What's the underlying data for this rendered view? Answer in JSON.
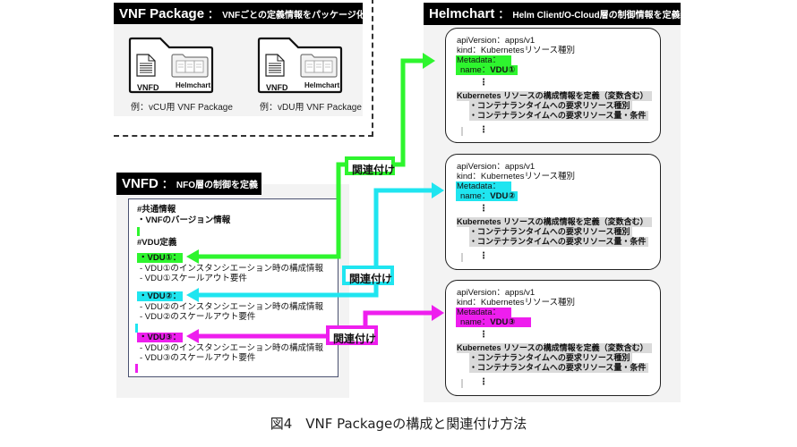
{
  "colors": {
    "vdu1": "#2ef52e",
    "vdu2": "#1fe5f0",
    "vdu3": "#ee1eee",
    "title_bg": "#000000",
    "panel_bg": "#f3f3f3",
    "highlight_grey": "#dadada"
  },
  "vnf_package": {
    "title": "VNF Package",
    "separator": "：",
    "subtitle": "VNFごとの定義情報をパッケージ化",
    "packages": [
      {
        "file_label": "VNFD",
        "chart_label": "Helmchart",
        "caption": "例：vCU用 VNF Package",
        "file_icon": "document-icon",
        "chart_icon": "helmchart-docs-icon"
      },
      {
        "file_label": "VNFD",
        "chart_label": "Helmchart",
        "caption": "例：vDU用 VNF Package",
        "file_icon": "document-icon",
        "chart_icon": "helmchart-docs-icon"
      }
    ]
  },
  "helmchart": {
    "title": "Helmchart",
    "separator": "：",
    "subtitle": "Helm Client/O-Cloud層の制御情報を定義",
    "cards": [
      {
        "api_version": "apiVersion：apps/v1",
        "kind": "kind：Kubernetesリソース種別",
        "metadata": "Metadata：",
        "name_key": "name：",
        "name_value": "VDU①",
        "ellipsis": "⋮",
        "resource_heading": "Kubernetes リソースの構成情報を定義（変数含む）",
        "resource_items": [
          "・コンテナランタイムへの要求リソース種別",
          "・コンテナランタイムへの要求リソース量・条件"
        ],
        "trailing_ellipsis": "⋮"
      },
      {
        "api_version": "apiVersion：apps/v1",
        "kind": "kind：Kubernetesリソース種別",
        "metadata": "Metadata：",
        "name_key": "name：",
        "name_value": "VDU②",
        "ellipsis": "⋮",
        "resource_heading": "Kubernetes リソースの構成情報を定義（変数含む）",
        "resource_items": [
          "・コンテナランタイムへの要求リソース種別",
          "・コンテナランタイムへの要求リソース量・条件"
        ],
        "trailing_ellipsis": "⋮"
      },
      {
        "api_version": "apiVersion：apps/v1",
        "kind": "kind：Kubernetesリソース種別",
        "metadata": "Metadata：",
        "name_key": "name：",
        "name_value": "VDU③",
        "ellipsis": "⋮",
        "resource_heading": "Kubernetes リソースの構成情報を定義（変数含む）",
        "resource_items": [
          "・コンテナランタイムへの要求リソース種別",
          "・コンテナランタイムへの要求リソース量・条件"
        ],
        "trailing_ellipsis": "⋮"
      }
    ]
  },
  "vnfd": {
    "title": "VNFD",
    "separator": "：",
    "subtitle": "NFO層の制御を定義",
    "common_heading": "#共通情報",
    "common_item": "・VNFのバージョン情報",
    "vdu_heading": "#VDU定義",
    "vdus": [
      {
        "label": "・VDU①：",
        "items": [
          "- VDU①のインスタンシエーション時の構成情報",
          "- VDU①スケールアウト要件"
        ]
      },
      {
        "label": "・VDU②：",
        "items": [
          "- VDU②のインスタンシエーション時の構成情報",
          "- VDU②のスケールアウト要件"
        ]
      },
      {
        "label": "・VDU③：",
        "items": [
          "- VDU③のインスタンシエーション時の構成情報",
          "- VDU③のスケールアウト要件"
        ]
      }
    ]
  },
  "links": [
    {
      "label": "関連付け",
      "from": "VDU①",
      "to": "name：VDU①"
    },
    {
      "label": "関連付け",
      "from": "VDU②",
      "to": "name：VDU②"
    },
    {
      "label": "関連付け",
      "from": "VDU③",
      "to": "name：VDU③"
    }
  ],
  "caption": "図4　VNF Packageの構成と関連付け方法"
}
